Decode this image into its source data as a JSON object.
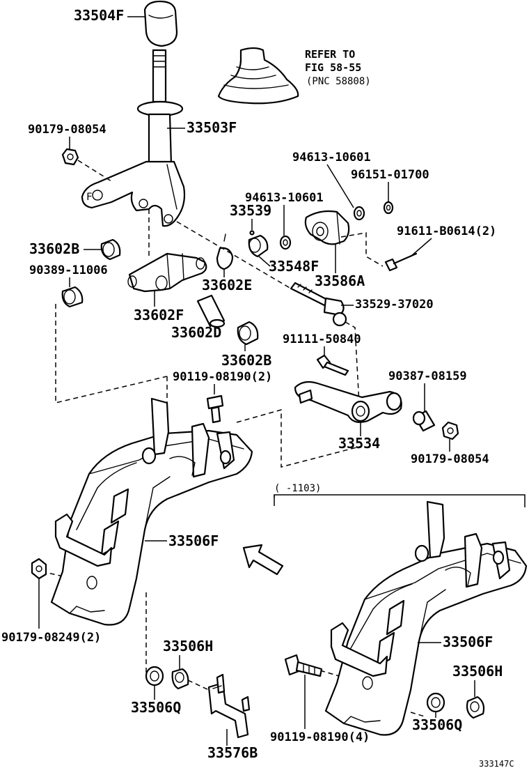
{
  "labels": {
    "knob": "33504F",
    "lever": "33503F",
    "nut_top": "90179-08054",
    "ref_note_1": "REFER TO",
    "ref_note_2": "FIG 58-55",
    "ref_note_3": "(PNC 58808)",
    "washer_1": "94613-10601",
    "washer_2": "94613-10601",
    "ring": "96151-01700",
    "pin_small": "33539",
    "bolt_2": "91611-B0614(2)",
    "bushing_left": "33602B",
    "bushing_upper": "33548F",
    "bracket_a": "33586A",
    "bushing_b": "90389-11006",
    "clip": "33602E",
    "shaft": "33529-37020",
    "retainer": "33602F",
    "pin": "33602D",
    "bushing_lower": "33602B",
    "bolt_small": "91111-50840",
    "bolt_left": "90119-08190(2)",
    "collar": "90387-08159",
    "link": "33534",
    "nut_right": "90179-08054",
    "range_note": "(    -1103)",
    "housing_left": "33506F",
    "housing_right": "33506F",
    "nut_2": "90179-08249(2)",
    "grommet_h_left": "33506H",
    "grommet_q_left": "33506Q",
    "bracket_b": "33576B",
    "bolt_4": "90119-08190(4)",
    "grommet_q_right": "33506Q",
    "grommet_h_right": "33506H",
    "diagram_id": "333147C",
    "hole_mark": "F"
  }
}
